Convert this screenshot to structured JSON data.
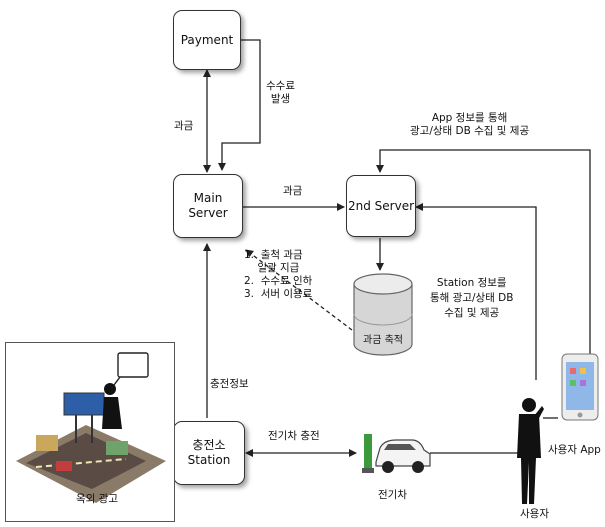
{
  "nodes": {
    "payment": "Payment",
    "main_server": "Main\nServer",
    "second_server": "2nd Server",
    "station": "충전소\nStation",
    "db": "과금 축적"
  },
  "labels": {
    "fee_occur": "수수료\n발생",
    "charge_left": "과금",
    "charge_mid": "과금",
    "app_info": "App 정보를 통해\n광고/상태 DB 수집 및 제공",
    "station_info": "Station 정보를\n통해 광고/상태 DB\n수집 및 제공",
    "charge_info": "충전정보",
    "ev_charge": "전기차 충전",
    "ev": "전기차",
    "user": "사용자",
    "user_app": "사용자 App",
    "outdoor_ad": "옥외 광고"
  },
  "notes": [
    "1.  출척 과금",
    "    일괄 지급",
    "2.  수수료 인하",
    "3.  서버 이용료"
  ],
  "colors": {
    "line": "#222222",
    "node_border": "#333333",
    "db_fill": "#d9d9d9"
  }
}
